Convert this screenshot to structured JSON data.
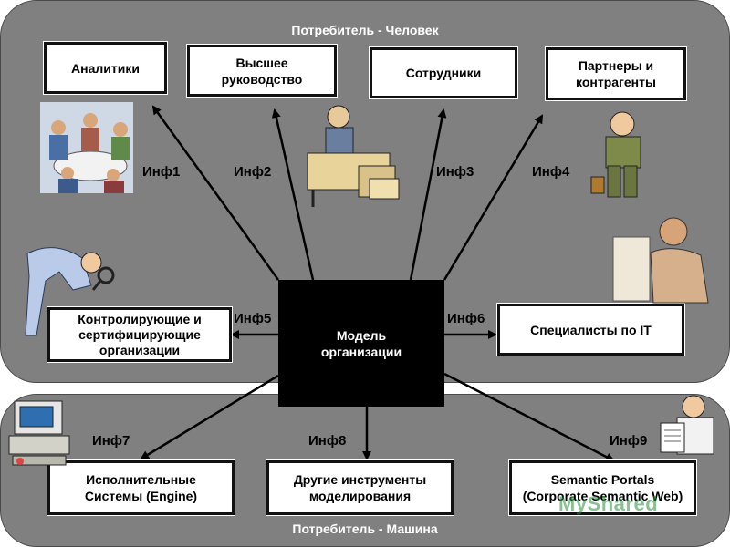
{
  "panels": {
    "human_title": "Потребитель - Человек",
    "machine_title": "Потребитель - Машина"
  },
  "center": {
    "line1": "Модель",
    "line2": "организации"
  },
  "boxes": {
    "analytics": "Аналитики",
    "management_line1": "Высшее",
    "management_line2": "руководство",
    "employees": "Сотрудники",
    "partners_line1": "Партнеры и",
    "partners_line2": "контрагенты",
    "control_line1": "Контролирующие и",
    "control_line2": "сертифицирующие",
    "control_line3": "организации",
    "it": "Специалисты по IT",
    "exec_line1": "Исполнительные",
    "exec_line2": "Системы (Engine)",
    "tools_line1": "Другие инструменты",
    "tools_line2": "моделирования",
    "portals_line1": "Semantic Portals",
    "portals_line2": "(Corporate Semantic Web)"
  },
  "labels": {
    "inf1": "Инф1",
    "inf2": "Инф2",
    "inf3": "Инф3",
    "inf4": "Инф4",
    "inf5": "Инф5",
    "inf6": "Инф6",
    "inf7": "Инф7",
    "inf8": "Инф8",
    "inf9": "Инф9"
  },
  "watermark": "MyShared",
  "colors": {
    "panel": "#808080",
    "center": "#000000",
    "box_border": "#111111"
  },
  "icons": [
    "meeting-clipart-icon",
    "boss-at-desk-clipart-icon",
    "worried-man-clipart-icon",
    "inspector-magnifier-clipart-icon",
    "it-specialist-clipart-icon",
    "computer-terminal-clipart-icon",
    "man-reading-paper-clipart-icon"
  ]
}
